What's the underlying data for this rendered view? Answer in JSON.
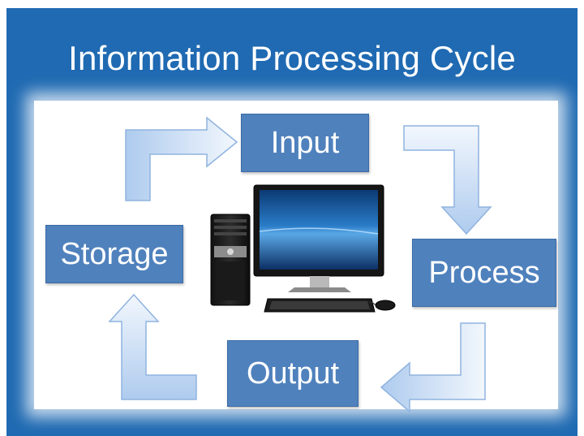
{
  "title": "Information Processing Cycle",
  "steps": {
    "input": "Input",
    "process": "Process",
    "output": "Output",
    "storage": "Storage"
  },
  "colors": {
    "background": "#1f6ab2",
    "box": "#4f81bd",
    "arrow": "#c5d9f1"
  },
  "icons": {
    "center": "desktop-computer-icon"
  }
}
